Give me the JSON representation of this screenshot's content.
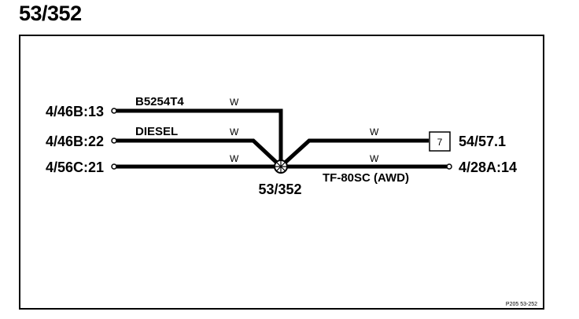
{
  "page_title": "53/352",
  "connectors": {
    "left_top": "4/46B:13",
    "left_mid": "4/46B:22",
    "left_bottom": "4/56C:21",
    "right_mid": "54/57.1",
    "right_bottom": "4/28A:14"
  },
  "variants": {
    "top": "B5254T4",
    "mid": "DIESEL",
    "bottom": "TF-80SC (AWD)"
  },
  "wire_colors": {
    "top": "W",
    "mid": "W",
    "bottom": "W",
    "right_top": "W",
    "right_bottom": "W"
  },
  "splice_label": "53/352",
  "component_number": "7",
  "figure_ref": "P205  53-252",
  "colors": {
    "line": "#000000",
    "background": "#ffffff"
  }
}
